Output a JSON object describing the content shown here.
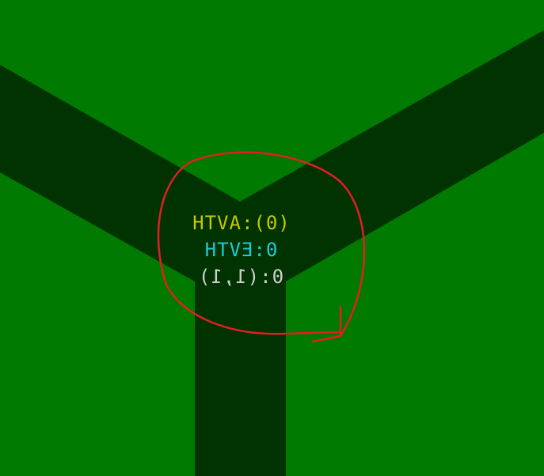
{
  "colors": {
    "field": "#007a00",
    "road": "#003300",
    "annotation": "#e02020"
  },
  "labels": [
    {
      "text": "0:(1,1)",
      "color": "#cfcfcf"
    },
    {
      "text": "0:EVTH",
      "color": "#20c8d8"
    },
    {
      "text": "(0):AVTH",
      "color": "#c8c800"
    }
  ]
}
